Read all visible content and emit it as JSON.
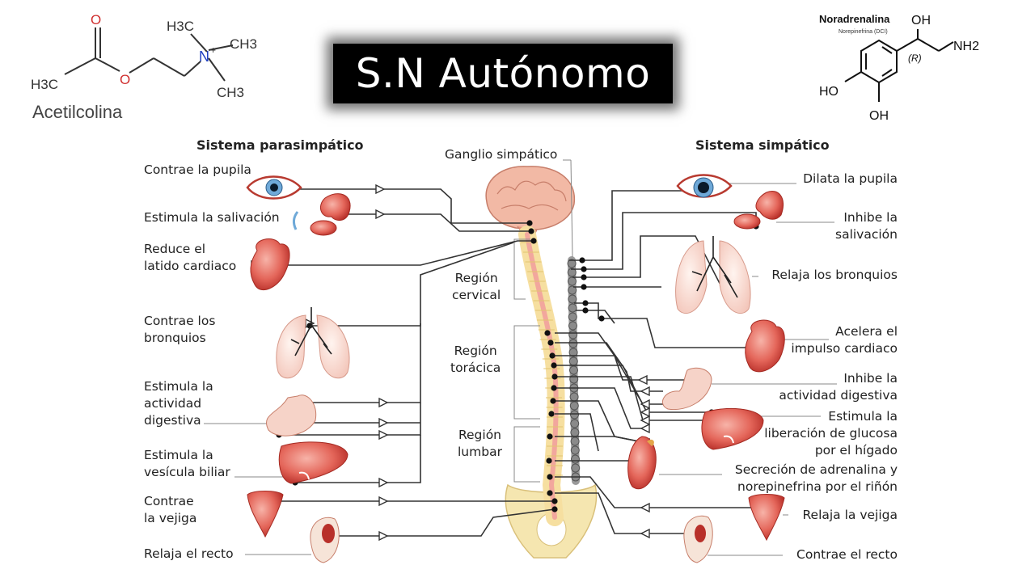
{
  "title": "S.N Autónomo",
  "acetylcholine": {
    "name": "Acetilcolina",
    "atoms": {
      "o_top": "O",
      "h3c_left": "H3C",
      "o_ester": "O",
      "h3c_n": "H3C",
      "ch3_a": "CH3",
      "ch3_b": "CH3",
      "n": "N",
      "charge": "+"
    }
  },
  "noradrenaline": {
    "name": "Noradrenalina",
    "inn": "Norepinefrina (DCI)",
    "stereo": "(R)",
    "atoms": {
      "oh_top": "OH",
      "nh2": "NH2",
      "ho_left": "HO",
      "oh_bottom": "OH"
    }
  },
  "diagram": {
    "parasympathetic_heading": "Sistema parasimpático",
    "sympathetic_heading": "Sistema simpático",
    "ganglion_label": "Ganglio simpático",
    "regions": {
      "cervical": [
        "Región",
        "cervical"
      ],
      "thoracic": [
        "Región",
        "torácica"
      ],
      "lumbar": [
        "Región",
        "lumbar"
      ]
    },
    "parasympathetic_effects": [
      [
        "Contrae la pupila"
      ],
      [
        "Estimula la salivación"
      ],
      [
        "Reduce el",
        "latido cardiaco"
      ],
      [
        "Contrae los",
        "bronquios"
      ],
      [
        "Estimula la",
        "actividad",
        "digestiva"
      ],
      [
        "Estimula la",
        "vesícula biliar"
      ],
      [
        "Contrae",
        "la vejiga"
      ],
      [
        "Relaja el recto"
      ]
    ],
    "sympathetic_effects": [
      [
        "Dilata la pupila"
      ],
      [
        "Inhibe la",
        "salivación"
      ],
      [
        "Relaja los bronquios"
      ],
      [
        "Acelera el",
        "impulso cardiaco"
      ],
      [
        "Inhibe la",
        "actividad digestiva"
      ],
      [
        "Estimula la",
        "liberación de glucosa",
        "por el hígado"
      ],
      [
        "Secreción de adrenalina y",
        "norepinefrina por el riñón"
      ],
      [
        "Relaja la vejiga"
      ],
      [
        "Contrae el recto"
      ]
    ]
  },
  "colors": {
    "nerve": "#333333",
    "organ": "#e4665a",
    "organ_dark": "#b8302a",
    "cord": "#f2a79d",
    "vertebra": "#f6dfa0",
    "bone": "#f5e6b0",
    "chain": "#9a9a9a",
    "oxygen": "#d03030",
    "nitrogen": "#2040c0"
  }
}
